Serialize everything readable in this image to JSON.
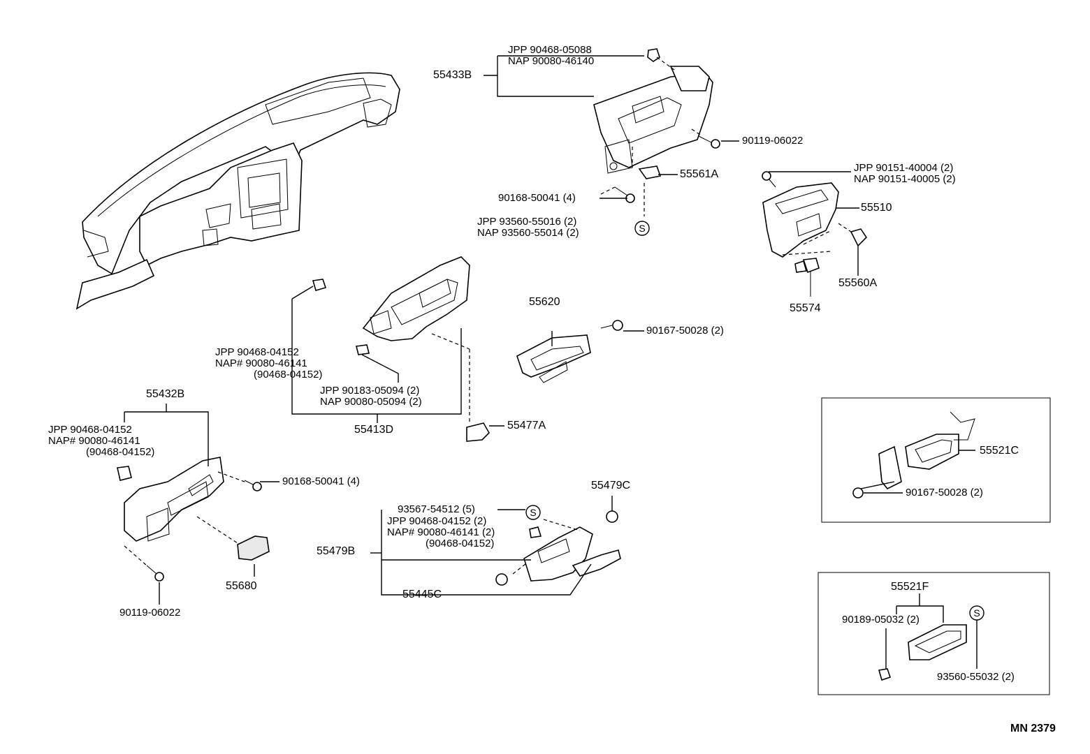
{
  "diagram": {
    "ref_code": "MN 2379",
    "labels": {
      "l_55433B": "55433B",
      "l_jpp1": "JPP   90468-05088",
      "l_nap1": "NAP   90080-46140",
      "l_90119_a": "90119-06022",
      "l_55561A": "55561A",
      "l_90168_a": "90168-50041 (4)",
      "l_jpp2": "JPP    93560-55016 (2)",
      "l_nap2": "NAP    93560-55014 (2)",
      "l_jpp3": "JPP    90151-40004 (2)",
      "l_nap3": "NAP    90151-40005 (2)",
      "l_55510": "55510",
      "l_55560A": "55560A",
      "l_55574": "55574",
      "l_55620": "55620",
      "l_90167_a": "90167-50028 (2)",
      "l_jpp4": "JPP       90468-04152",
      "l_nap4": "NAP#    90080-46141",
      "l_paren4": "(90468-04152)",
      "l_jpp5": "JPP     90183-05094 (2)",
      "l_nap5": "NAP     90080-05094 (2)",
      "l_55413D": "55413D",
      "l_55477A": "55477A",
      "l_55432B": "55432B",
      "l_jpp6": "JPP     90468-04152",
      "l_nap6": "NAP#  90080-46141",
      "l_paren6": "(90468-04152)",
      "l_90168_b": "90168-50041 (4)",
      "l_55680": "55680",
      "l_90119_b": "90119-06022",
      "l_55479C": "55479C",
      "l_93567": "93567-54512 (5)",
      "l_jpp7": "JPP     90468-04152 (2)",
      "l_nap7": "NAP#  90080-46141 (2)",
      "l_paren7": "(90468-04152)",
      "l_55479B": "55479B",
      "l_55445C": "55445C",
      "l_55521C": "55521C",
      "l_90167_b": "90167-50028 (2)",
      "l_55521F": "55521F",
      "l_90189": "90189-05032 (2)",
      "l_93560_f": "93560-55032 (2)",
      "s_mark": "S"
    }
  }
}
